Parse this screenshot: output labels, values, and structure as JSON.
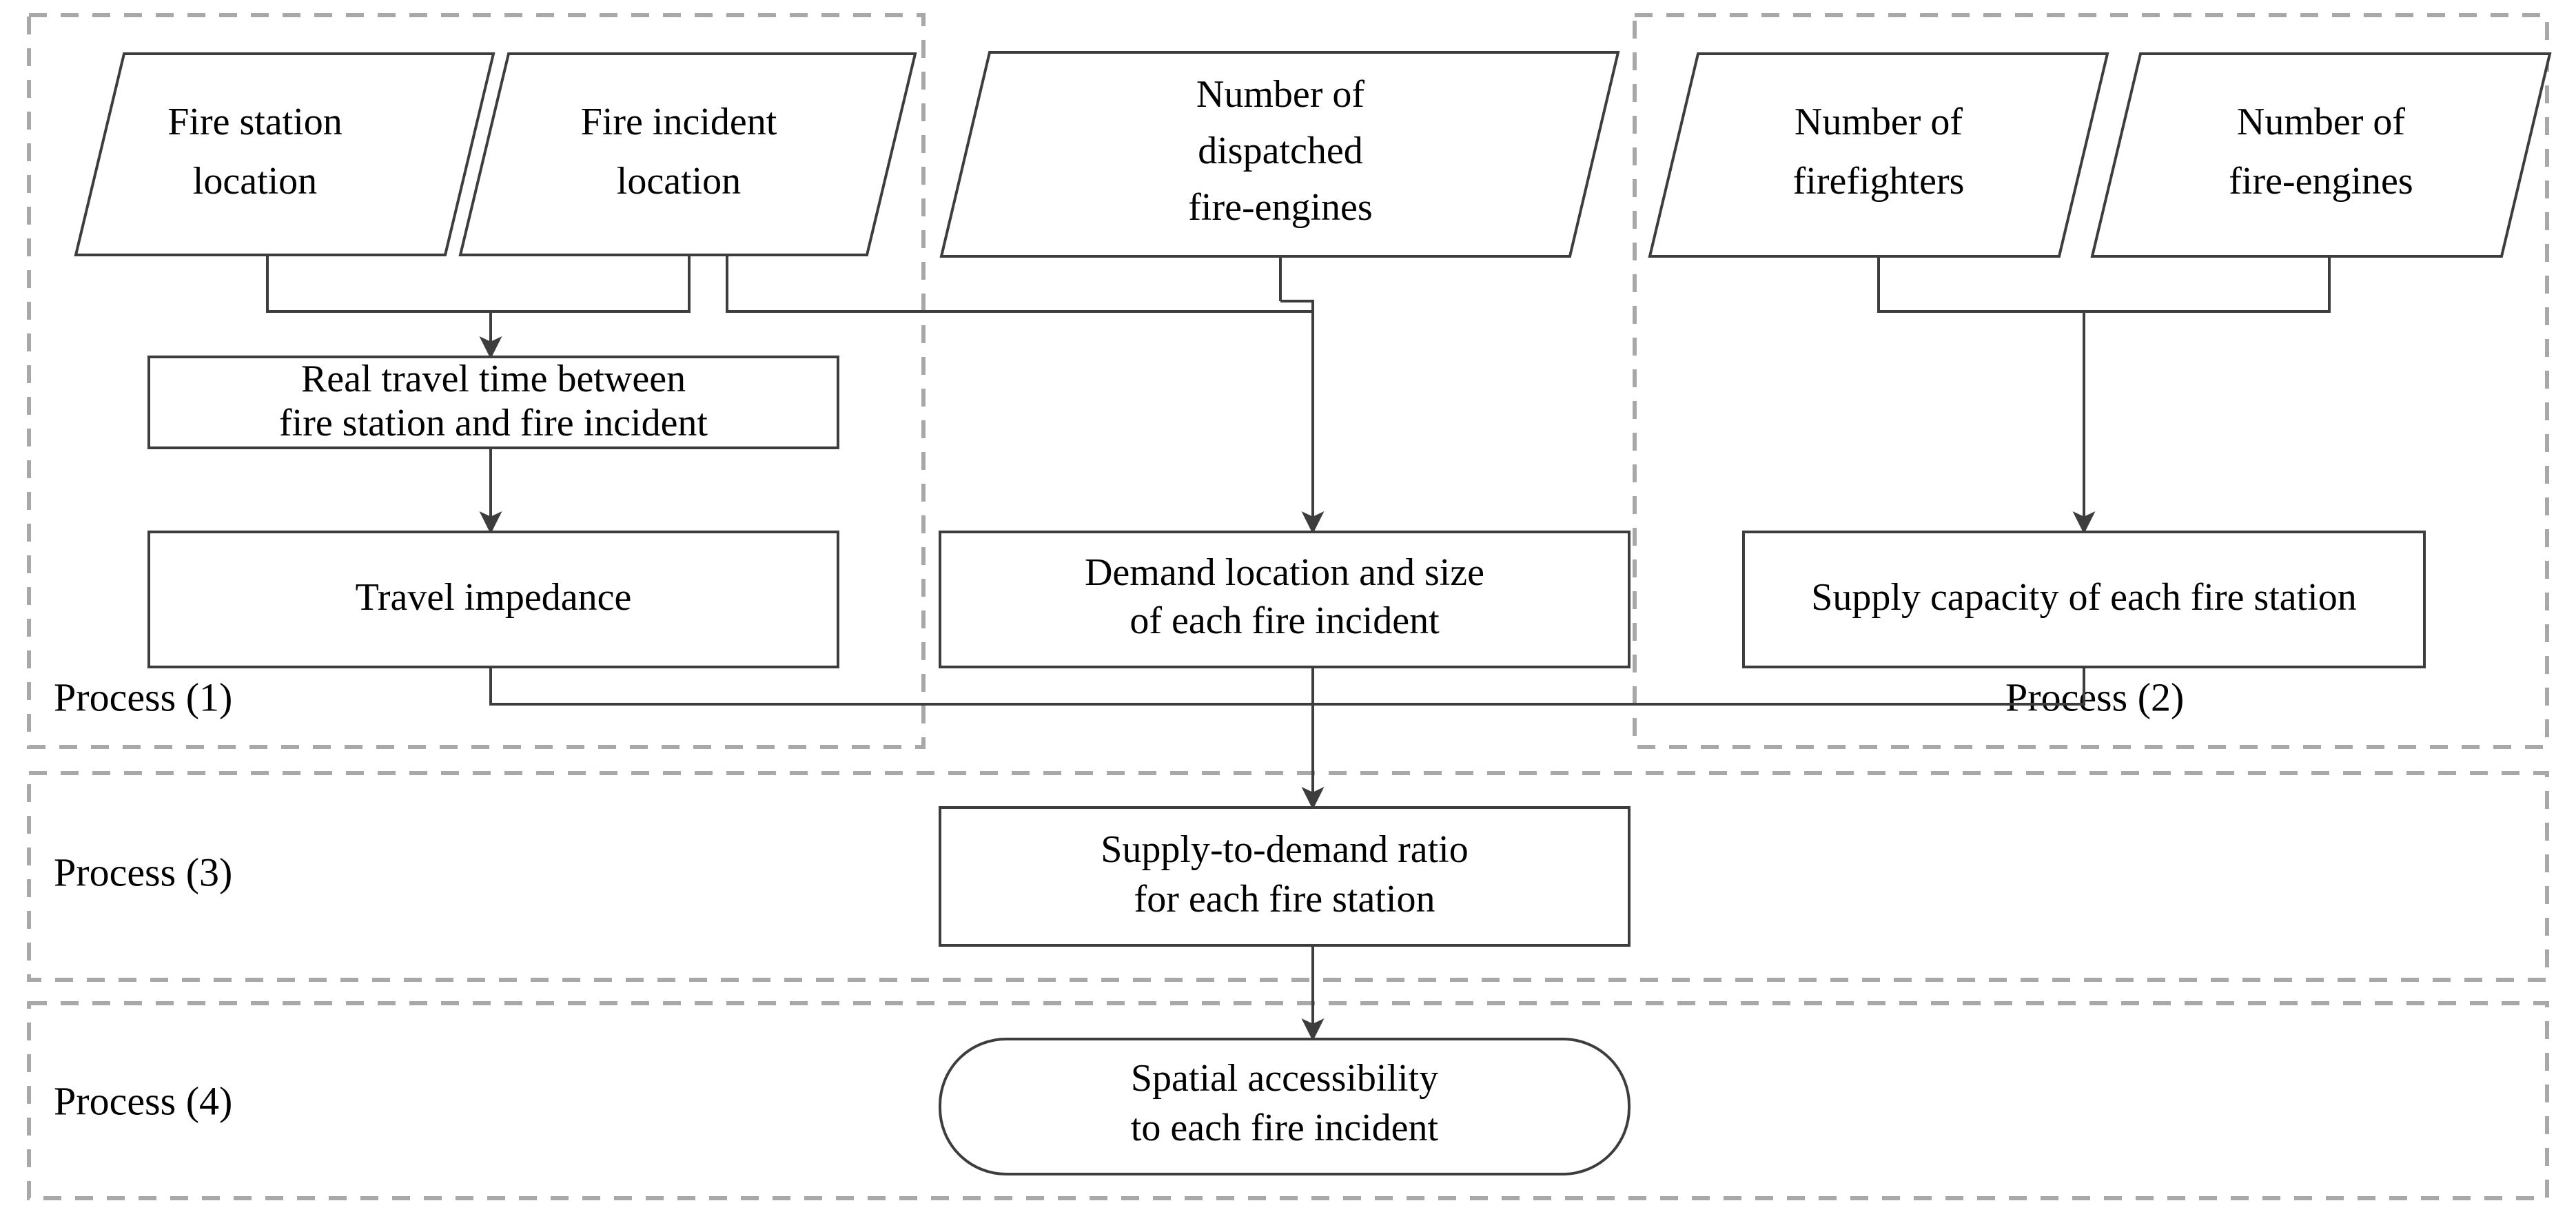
{
  "diagram": {
    "title_present": false,
    "groups": [
      {
        "id": "process1",
        "label": "Process (1)"
      },
      {
        "id": "process2",
        "label": "Process (2)"
      },
      {
        "id": "process3",
        "label": "Process (3)"
      },
      {
        "id": "process4",
        "label": "Process (4)"
      }
    ],
    "nodes": [
      {
        "id": "fire-station-location",
        "shape": "parallelogram",
        "lines": [
          "Fire station",
          "location"
        ]
      },
      {
        "id": "fire-incident-location",
        "shape": "parallelogram",
        "lines": [
          "Fire incident",
          "location"
        ]
      },
      {
        "id": "number-of-dispatched-fire-engines",
        "shape": "parallelogram",
        "lines": [
          "Number of",
          "dispatched",
          "fire-engines"
        ]
      },
      {
        "id": "number-of-firefighters",
        "shape": "parallelogram",
        "lines": [
          "Number of",
          "firefighters"
        ]
      },
      {
        "id": "number-of-fire-engines",
        "shape": "parallelogram",
        "lines": [
          "Number of",
          "fire-engines"
        ]
      },
      {
        "id": "real-travel-time",
        "shape": "rectangle",
        "lines": [
          "Real travel time between",
          "fire station and fire incident"
        ]
      },
      {
        "id": "travel-impedance",
        "shape": "rectangle",
        "lines": [
          "Travel impedance"
        ]
      },
      {
        "id": "demand-location-and-size",
        "shape": "rectangle",
        "lines": [
          "Demand location and size",
          "of each fire incident"
        ]
      },
      {
        "id": "supply-capacity",
        "shape": "rectangle",
        "lines": [
          "Supply capacity of each fire station"
        ]
      },
      {
        "id": "supply-to-demand-ratio",
        "shape": "rectangle",
        "lines": [
          "Supply-to-demand ratio",
          "for each fire station"
        ]
      },
      {
        "id": "spatial-accessibility",
        "shape": "rounded-rectangle",
        "lines": [
          "Spatial accessibility",
          "to each fire incident"
        ]
      }
    ],
    "colors": {
      "node_stroke": "#3d3d3d",
      "group_stroke": "#a8a8a8",
      "connector": "#3d3d3d",
      "text": "#000000",
      "background": "#ffffff"
    }
  }
}
